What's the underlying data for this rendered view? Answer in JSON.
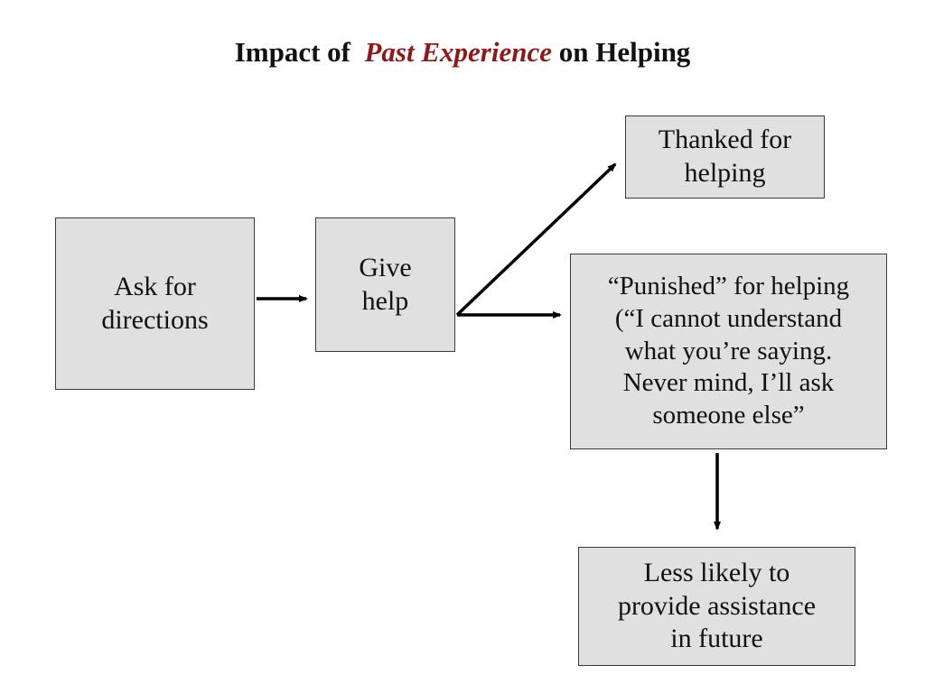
{
  "title": {
    "prefix": "Impact of  ",
    "emphasis": "Past Experience",
    "suffix": " on Helping"
  },
  "colors": {
    "title_emphasis": "#8b1a1a",
    "box_fill": "#e0e0e0",
    "box_border": "#3a3a3a",
    "arrow": "#000000"
  },
  "nodes": {
    "ask": "Ask for\ndirections",
    "give": "Give\nhelp",
    "thanked": "Thanked for\nhelping",
    "punished": "“Punished” for helping\n(“I cannot understand\nwhat you’re saying.\nNever mind, I’ll ask\nsomeone else”",
    "less_likely": "Less likely to\nprovide assistance\nin future"
  },
  "edges": [
    {
      "from": "ask",
      "to": "give"
    },
    {
      "from": "give",
      "to": "thanked"
    },
    {
      "from": "give",
      "to": "punished"
    },
    {
      "from": "punished",
      "to": "less_likely"
    }
  ]
}
